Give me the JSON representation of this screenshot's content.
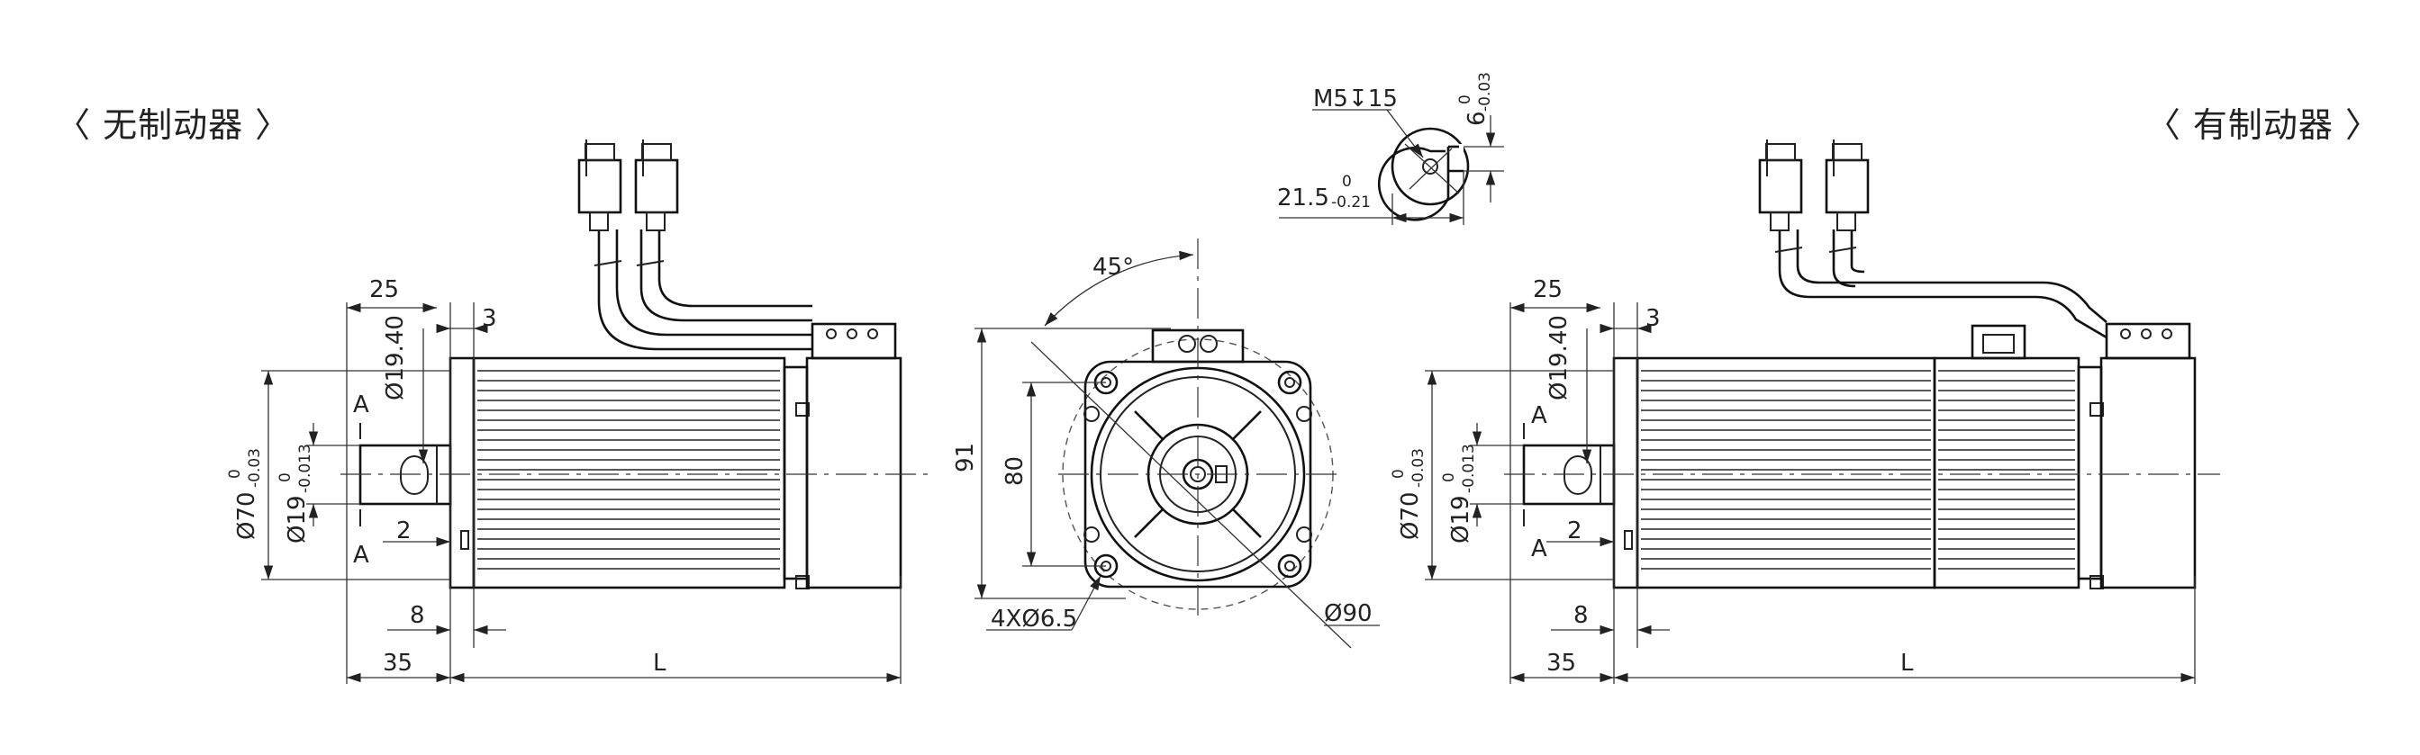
{
  "titles": {
    "left": "〈 无制动器 〉",
    "right": "〈 有制动器 〉"
  },
  "views": {
    "left": {
      "shaft_length": "25",
      "step": "3",
      "shaft_dia_root": "Ø19.40",
      "flange_dia": "Ø70",
      "flange_tol_upper": "0",
      "flange_tol_lower": "-0.03",
      "shaft_dia": "Ø19",
      "shaft_tol_upper": "0",
      "shaft_tol_lower": "-0.013",
      "section_mark_top": "A",
      "section_mark_bottom": "A",
      "key_offset": "2",
      "flange_thickness": "8",
      "shaft_total": "35",
      "body_length": "L"
    },
    "front": {
      "angle": "45°",
      "square_outer": "91",
      "square_inner": "80",
      "mount_holes": "4XØ6.5",
      "pcd": "Ø90"
    },
    "section": {
      "thread": "M5",
      "thread_depth_symbol": "↧",
      "thread_depth": "15",
      "key_height": "6",
      "key_tol_upper": "0",
      "key_tol_lower": "-0.03",
      "shaft_cut": "21.5",
      "shaft_cut_tol_upper": "0",
      "shaft_cut_tol_lower": "-0.21"
    },
    "right": {
      "shaft_length": "25",
      "step": "3",
      "shaft_dia_root": "Ø19.40",
      "flange_dia": "Ø70",
      "flange_tol_upper": "0",
      "flange_tol_lower": "-0.03",
      "shaft_dia": "Ø19",
      "shaft_tol_upper": "0",
      "shaft_tol_lower": "-0.013",
      "section_mark_top": "A",
      "section_mark_bottom": "A",
      "key_offset": "2",
      "flange_thickness": "8",
      "shaft_total": "35",
      "body_length": "L"
    }
  }
}
